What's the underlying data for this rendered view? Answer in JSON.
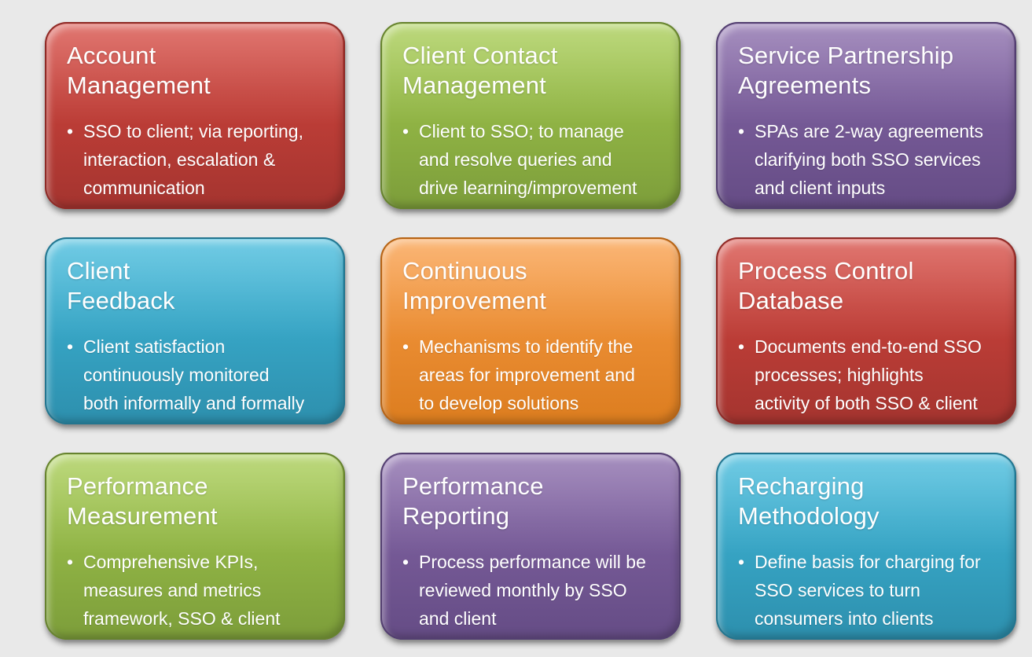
{
  "background_color": "#E9E9E9",
  "text_color": "#FFFFFF",
  "cards": [
    {
      "title": "Account\nManagement",
      "bullet_marker": "•",
      "bullet": "SSO to client; via reporting,\ninteraction, escalation &\ncommunication",
      "colors": {
        "top": "#D6473F",
        "bottom": "#A4342F",
        "rim": "#8E2A26",
        "name": "red"
      }
    },
    {
      "title": "Client Contact\nManagement",
      "bullet_marker": "•",
      "bullet": "Client to SSO; to manage\nand resolve queries and\ndrive learning/improvement",
      "colors": {
        "top": "#A6CC50",
        "bottom": "#7C9D3A",
        "rim": "#66822F",
        "name": "green"
      }
    },
    {
      "title": "Service Partnership\nAgreements",
      "bullet_marker": "•",
      "bullet": "SPAs are 2-way agreements\nclarifying both SSO services\nand client inputs",
      "colors": {
        "top": "#8768A9",
        "bottom": "#654C85",
        "rim": "#533F70",
        "name": "purple"
      }
    },
    {
      "title": "Client\nFeedback",
      "bullet_marker": "•",
      "bullet": "Client satisfaction\ncontinuously monitored\nboth informally and formally",
      "colors": {
        "top": "#40BADC",
        "bottom": "#2D8FAD",
        "rim": "#23758F",
        "name": "teal"
      }
    },
    {
      "title": "Continuous\nImprovement",
      "bullet_marker": "•",
      "bullet": "Mechanisms to identify the\nareas for improvement and\nto develop solutions",
      "colors": {
        "top": "#F99D47",
        "bottom": "#DC7D1F",
        "rim": "#B56315",
        "name": "orange"
      }
    },
    {
      "title": "Process Control\nDatabase",
      "bullet_marker": "•",
      "bullet": "Documents end-to-end SSO\nprocesses; highlights\nactivity of both SSO & client",
      "colors": {
        "top": "#D6473F",
        "bottom": "#A4342F",
        "rim": "#8E2A26",
        "name": "red"
      }
    },
    {
      "title": "Performance\nMeasurement",
      "bullet_marker": "•",
      "bullet": "Comprehensive KPIs,\nmeasures and metrics\nframework, SSO & client",
      "colors": {
        "top": "#A6CC50",
        "bottom": "#7C9D3A",
        "rim": "#66822F",
        "name": "green"
      }
    },
    {
      "title": "Performance\nReporting",
      "bullet_marker": "•",
      "bullet": "Process performance will be\nreviewed monthly by SSO\nand client",
      "colors": {
        "top": "#8768A9",
        "bottom": "#654C85",
        "rim": "#533F70",
        "name": "purple"
      }
    },
    {
      "title": "Recharging\nMethodology",
      "bullet_marker": "•",
      "bullet": "Define basis for charging for\nSSO services to turn\nconsumers into clients",
      "colors": {
        "top": "#40BADC",
        "bottom": "#2D8FAD",
        "rim": "#23758F",
        "name": "teal"
      }
    }
  ]
}
